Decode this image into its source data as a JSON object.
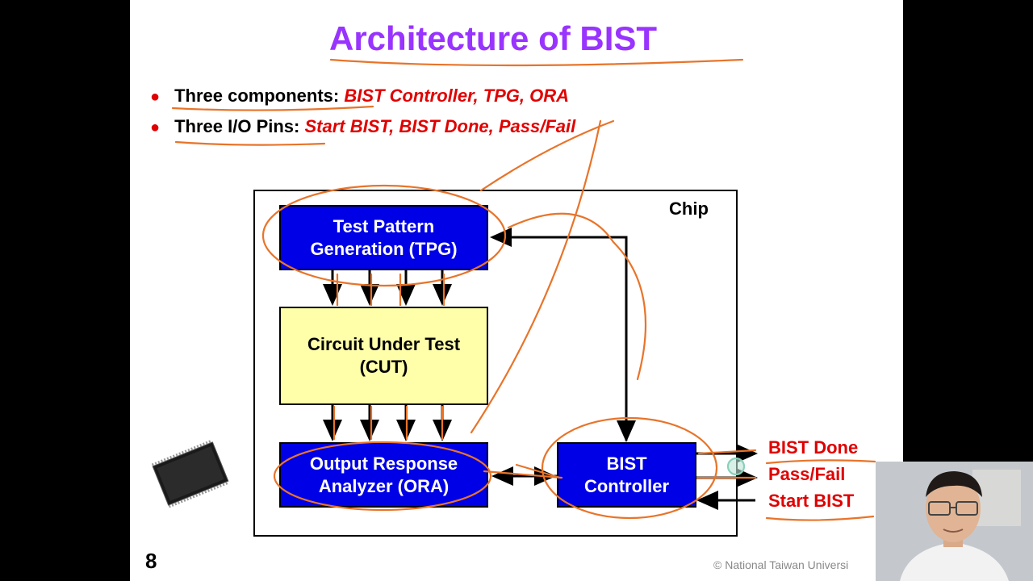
{
  "slide": {
    "title": "Architecture  of BIST",
    "bullets": [
      {
        "label": "Three components: ",
        "value": "BIST Controller, TPG, ORA"
      },
      {
        "label": "Three I/O Pins: ",
        "value": "Start BIST, BIST Done, Pass/Fail"
      }
    ],
    "chip_label": "Chip",
    "blocks": {
      "tpg": "Test Pattern\nGeneration (TPG)",
      "cut": "Circuit Under Test\n(CUT)",
      "ora": "Output Response\nAnalyzer  (ORA)",
      "controller": "BIST\nController"
    },
    "pins": {
      "bist_done": "BIST Done",
      "pass_fail": "Pass/Fail",
      "start_bist": "Start BIST"
    },
    "page_number": "8",
    "copyright": "© National  Taiwan Universi"
  },
  "colors": {
    "title": "#9933ff",
    "accent_red": "#e00000",
    "block_blue": "#0000e6",
    "block_yellow": "#ffffaa",
    "annotation_orange": "#e8742a"
  }
}
